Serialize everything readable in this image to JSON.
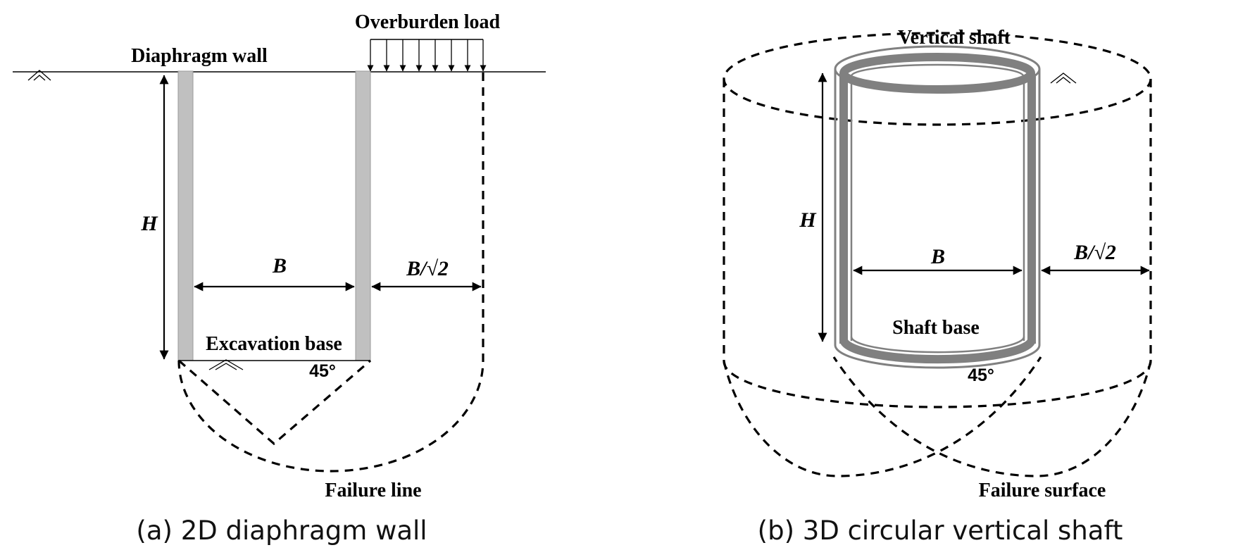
{
  "panel_a": {
    "overburden_label": "Overburden load",
    "wall_label": "Diaphragm wall",
    "height_label": "H",
    "width_label": "B",
    "offset_label": "B/√2",
    "base_label": "Excavation base",
    "angle_label": "45°",
    "failure_label": "Failure line",
    "caption": "(a) 2D diaphragm wall"
  },
  "panel_b": {
    "shaft_label": "Vertical shaft",
    "height_label": "H",
    "width_label": "B",
    "offset_label": "B/√2",
    "base_label": "Shaft base",
    "angle_label": "45°",
    "failure_label": "Failure surface",
    "caption": "(b) 3D circular vertical shaft"
  },
  "colors": {
    "wall_fill": "#c0c0c0",
    "shaft_wall": "#808080",
    "line": "#000000"
  }
}
